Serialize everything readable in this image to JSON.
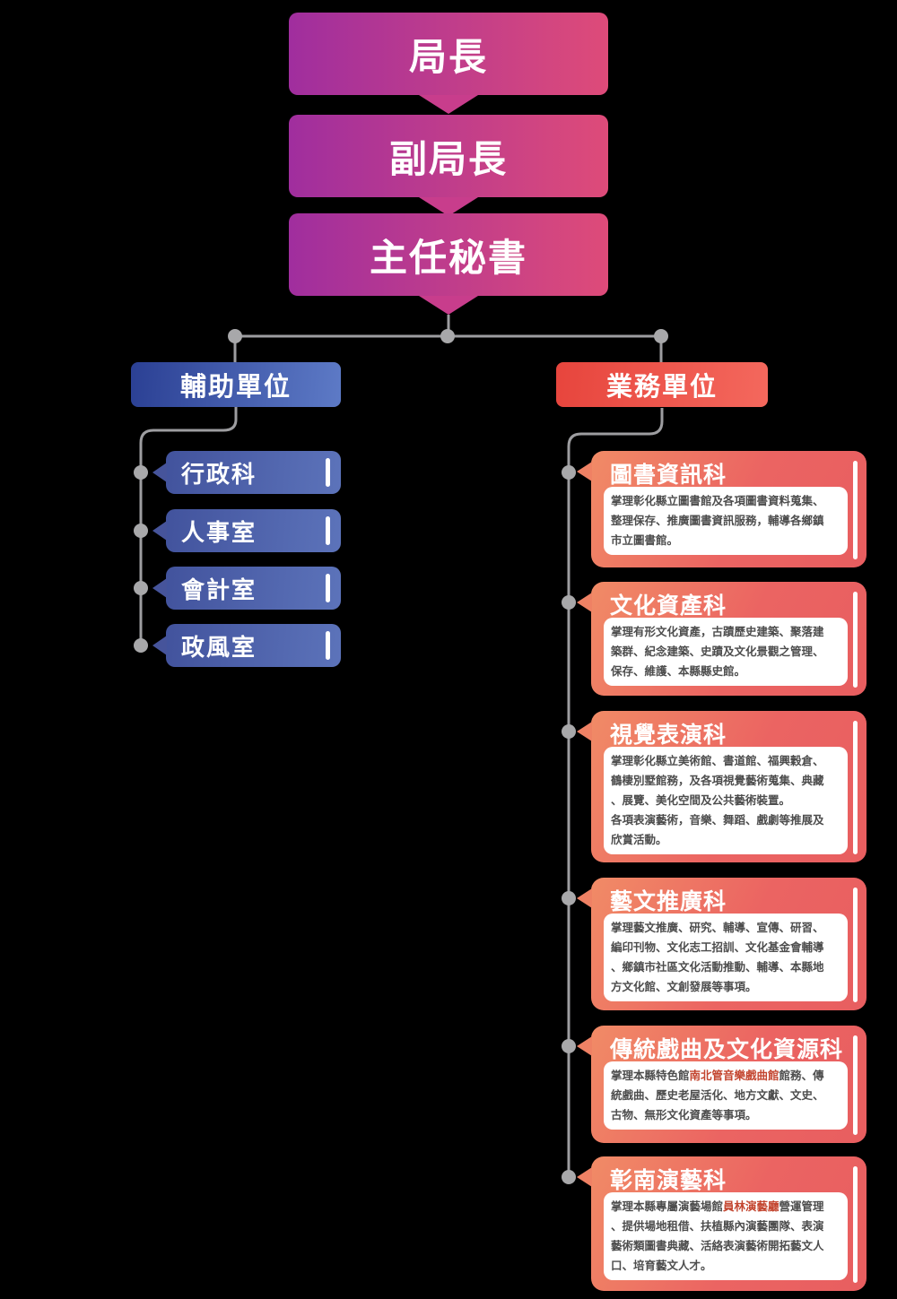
{
  "org_chart": {
    "top_boxes": [
      {
        "label": "局長"
      },
      {
        "label": "副局長"
      },
      {
        "label": "主任秘書"
      }
    ],
    "support_branch": {
      "header": "輔助單位",
      "items": [
        {
          "label": "行政科"
        },
        {
          "label": "人事室"
        },
        {
          "label": "會計室"
        },
        {
          "label": "政風室"
        }
      ]
    },
    "business_branch": {
      "header": "業務單位",
      "sections": [
        {
          "title": "圖書資訊科",
          "body": [
            {
              "t": "掌理彰化縣立圖書館及各項圖書資料蒐集、\n整理保存、推廣圖書資訊服務，輔導各鄉鎮\n市立圖書館。"
            }
          ]
        },
        {
          "title": "文化資產科",
          "body": [
            {
              "t": "掌理有形文化資產，古蹟歷史建築、聚落建\n築群、紀念建築、史蹟及文化景觀之管理、\n保存、維護、本縣縣史館。"
            }
          ]
        },
        {
          "title": "視覺表演科",
          "body": [
            {
              "t": "掌理彰化縣立美術館、書道館、福興穀倉、\n鶴棲別墅館務，及各項視覺藝術蒐集、典藏\n、展覽、美化空間及公共藝術裝置。\n各項表演藝術，音樂、舞蹈、戲劇等推展及\n欣賞活動。"
            }
          ]
        },
        {
          "title": "藝文推廣科",
          "body": [
            {
              "t": "掌理藝文推廣、研究、輔導、宣傳、研習、\n編印刊物、文化志工招訓、文化基金會輔導\n、鄉鎮市社區文化活動推動、輔導、本縣地\n方文化館、文創發展等事項。"
            }
          ]
        },
        {
          "title": "傳統戲曲及文化資源科",
          "body": [
            {
              "t": "掌理本縣特色館"
            },
            {
              "t": "南北管音樂戲曲館",
              "hl": true
            },
            {
              "t": "館務、傳\n統戲曲、歷史老屋活化、地方文獻、文史、\n古物、無形文化資產等事項。"
            }
          ]
        },
        {
          "title": "彰南演藝科",
          "body": [
            {
              "t": "掌理本縣專屬演藝場館"
            },
            {
              "t": "員林演藝廳",
              "hl": true
            },
            {
              "t": "營運管理\n、提供場地租借、扶植縣內演藝團隊、表演\n藝術類圖書典藏、活絡表演藝術開拓藝文人\n口、培育藝文人才。"
            }
          ]
        }
      ]
    },
    "colors": {
      "executive_gradient_start": "#A02E9E",
      "executive_gradient_end": "#DE4B79",
      "support_accent": "#2B4094",
      "business_accent": "#E7453D",
      "card_gradient_start": "#F18B66",
      "card_gradient_end": "#E85E60",
      "connector_grey": "#9D9DA0",
      "highlight_text": "#C3452F"
    }
  }
}
